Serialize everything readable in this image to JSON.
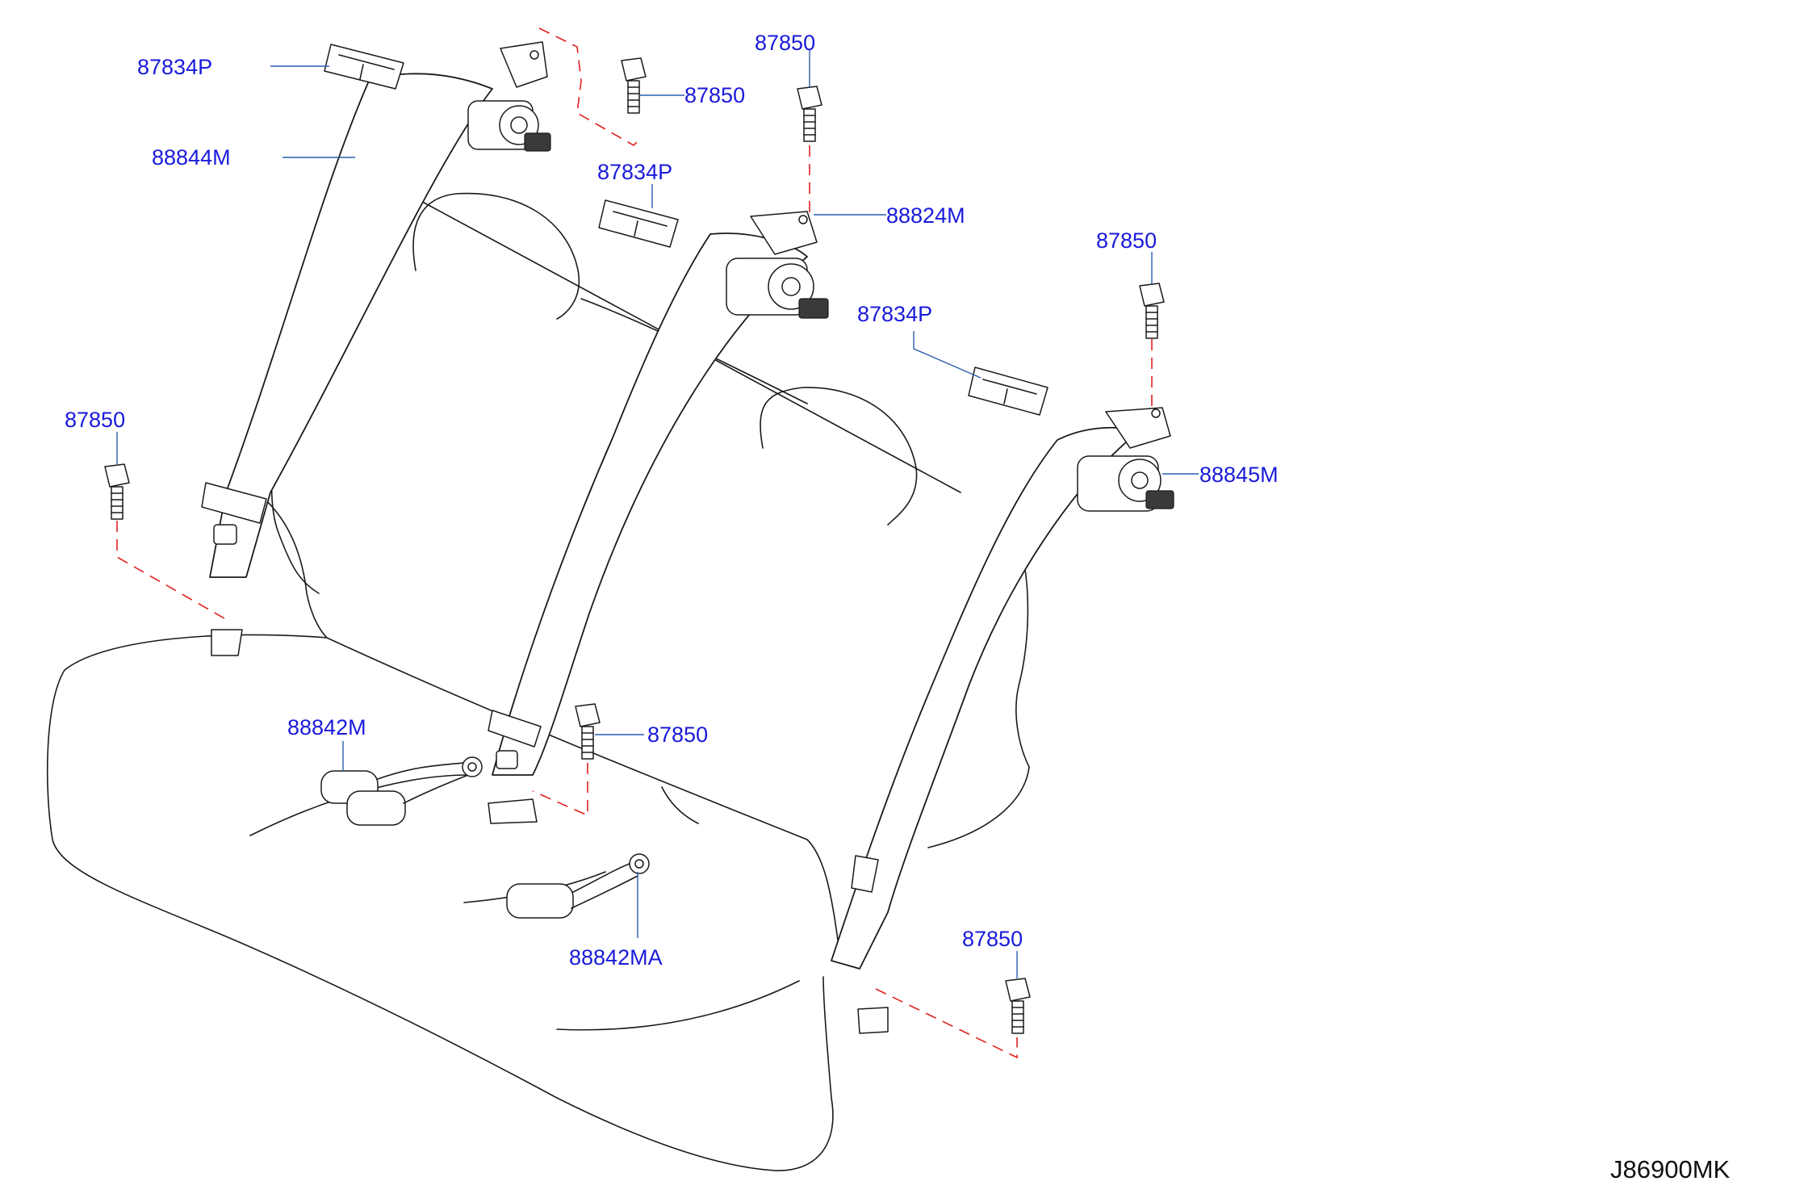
{
  "diagram": {
    "reference_code": "J86900MK",
    "parts": {
      "cover_left": "87834P",
      "belt_left": "88844M",
      "bolt_top_left": "87850",
      "bolt_top_center_a": "87850",
      "bolt_top_center_b": "87850",
      "cover_center": "87834P",
      "retractor_center": "88824M",
      "bolt_right_top": "87850",
      "cover_right": "87834P",
      "retractor_right": "88845M",
      "bolt_left_anchor": "87850",
      "buckle_double": "88842M",
      "bolt_center_anchor": "87850",
      "buckle_single": "88842MA",
      "bolt_right_anchor": "87850"
    }
  }
}
